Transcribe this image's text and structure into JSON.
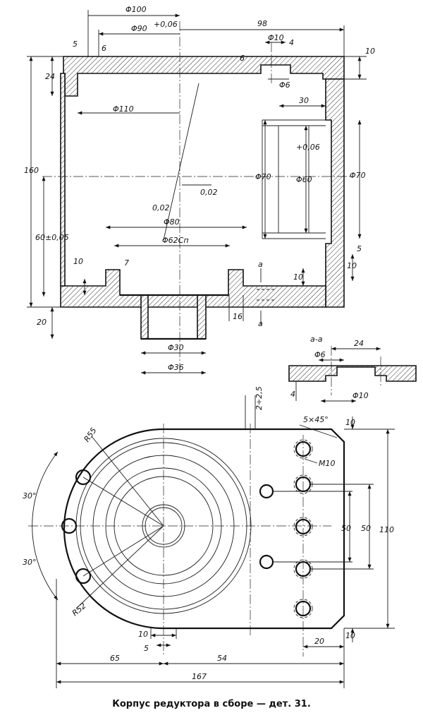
{
  "caption": "Корпус редуктора в сборе — дет. 31.",
  "top_view": {
    "d100": "Φ100",
    "d90": "Φ90",
    "d90_tol": "+0,06",
    "d98": "98",
    "d5": "5",
    "rough6a": "6",
    "rough6b": "6",
    "d10_top": "Φ10",
    "d4": "4",
    "d6": "Φ6",
    "d10_right": "10",
    "d24": "24",
    "d110": "Φ110",
    "d30": "30",
    "d160": "160",
    "d70a": "Φ70",
    "d60": "Φ60",
    "d60_tol": "+0,06",
    "d70b": "Φ70",
    "d002a": "0,02",
    "d002b": "0,02",
    "d6005": "60±0,05",
    "d80": "Φ80",
    "d62": "Φ62Сп",
    "d5b": "5",
    "d10a": "10",
    "rough7": "7",
    "sec_a": "a",
    "d10b": "10",
    "d10c": "10",
    "d20": "20",
    "d16": "16",
    "sec_a2": "a",
    "d30b": "Φ30",
    "d36": "Φ36"
  },
  "section": {
    "title": "a-a",
    "d24": "24",
    "d6": "Φ6",
    "d4": "4",
    "d10": "Φ10"
  },
  "plan_view": {
    "d225": "2÷2,5",
    "chamfer": "5×45°",
    "d10_top": "10",
    "r55": "R55",
    "m10": "M10",
    "ang1": "30°",
    "ang2": "30°",
    "d50a": "50",
    "d50b": "50",
    "d110": "110",
    "r52": "R52",
    "d10": "10",
    "d5": "5",
    "d20": "20",
    "d10_bottom": "10",
    "d65": "65",
    "d54": "54",
    "d167": "167"
  }
}
